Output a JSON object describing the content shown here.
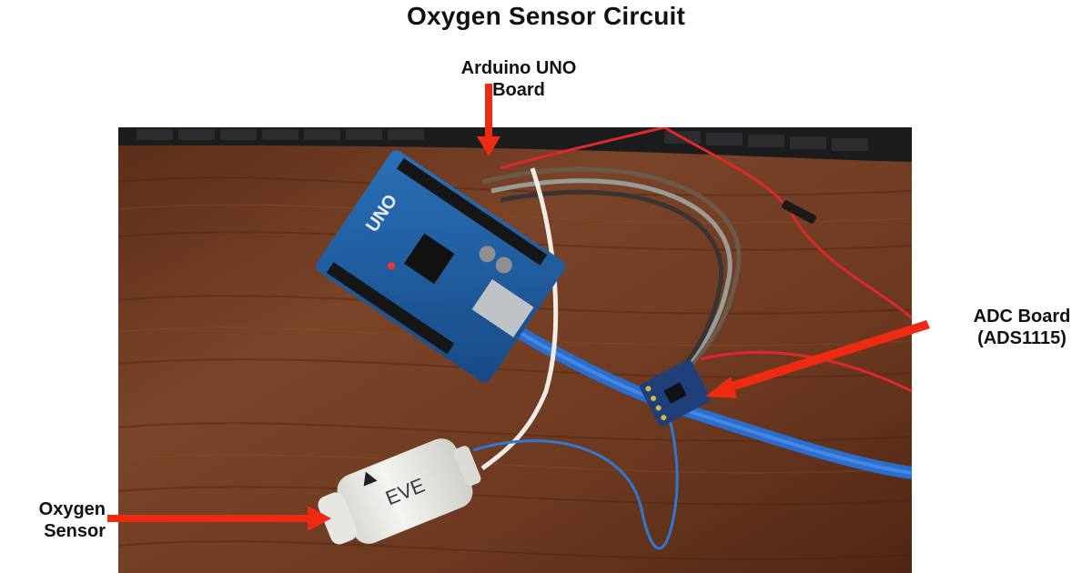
{
  "title": "Oxygen Sensor Circuit",
  "labels": {
    "arduino": {
      "line1": "Arduino UNO",
      "line2": "Board"
    },
    "adc": {
      "line1": "ADC Board",
      "line2": "(ADS1115)"
    },
    "oxygen": {
      "line1": "Oxygen",
      "line2": "Sensor"
    }
  },
  "photo": {
    "board_print": "UNO",
    "sensor_print": "EVE"
  },
  "colors": {
    "arrow": "#ee2a12",
    "wood": "#6a3822",
    "board": "#1f5c9e",
    "cable": "#2a6fd0"
  }
}
